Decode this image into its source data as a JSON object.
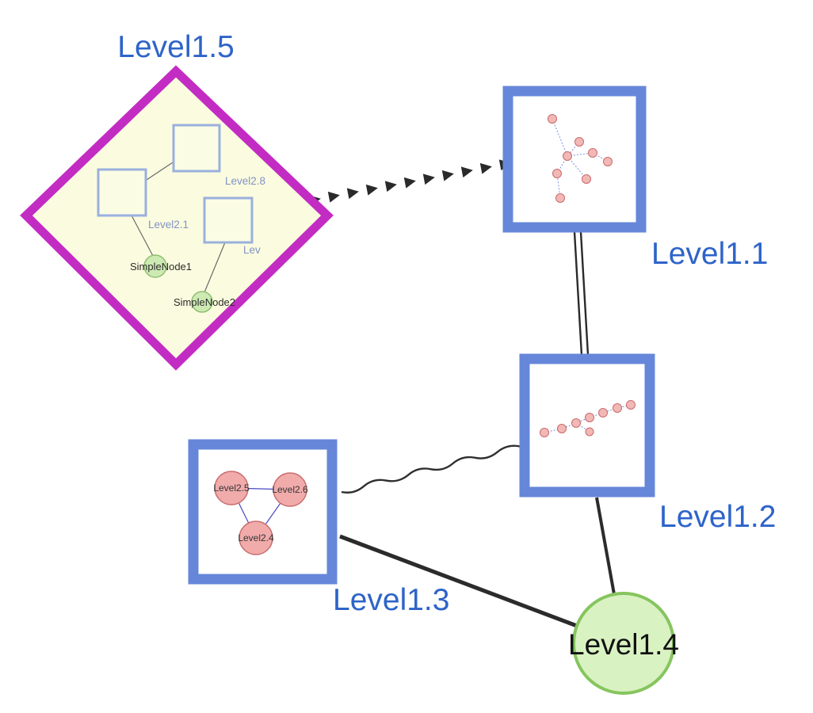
{
  "nodes": {
    "level15": {
      "label": "Level1.5"
    },
    "level11": {
      "label": "Level1.1"
    },
    "level12": {
      "label": "Level1.2"
    },
    "level13": {
      "label": "Level1.3"
    },
    "level14": {
      "label": "Level1.4"
    },
    "level28": {
      "label": "Level2.8"
    },
    "level21": {
      "label": "Level2.1"
    },
    "lev": {
      "label": "Lev"
    },
    "simplenode1": {
      "label": "SimpleNode1"
    },
    "simplenode2": {
      "label": "SimpleNode2"
    },
    "level25": {
      "label": "Level2.5"
    },
    "level26": {
      "label": "Level2.6"
    },
    "level24": {
      "label": "Level2.4"
    }
  },
  "edges": [
    {
      "from": "Level1.5",
      "to": "Level1.1",
      "style": "dashed-arrow-chain"
    },
    {
      "from": "Level1.1",
      "to": "Level1.2",
      "style": "double-line"
    },
    {
      "from": "Level1.3",
      "to": "Level1.2",
      "style": "wavy-line"
    },
    {
      "from": "Level1.3",
      "to": "Level1.4",
      "style": "thick-line"
    },
    {
      "from": "Level1.2",
      "to": "Level1.4",
      "style": "line"
    }
  ],
  "colors": {
    "label_blue": "#2e64c9",
    "diamond_border": "#c32cc3",
    "diamond_fill": "#fbfcdf",
    "group_square_border": "#6687d9",
    "inner_square_border": "#9ab0de",
    "green_node_fill": "#cdeab3",
    "green_node_border": "#8fbf70",
    "level14_fill": "#d9f2c2",
    "level14_border": "#86c55e",
    "pink_node_fill": "#f1abab",
    "pink_node_border": "#c96e6e",
    "edge_color": "#2b2b2b"
  }
}
